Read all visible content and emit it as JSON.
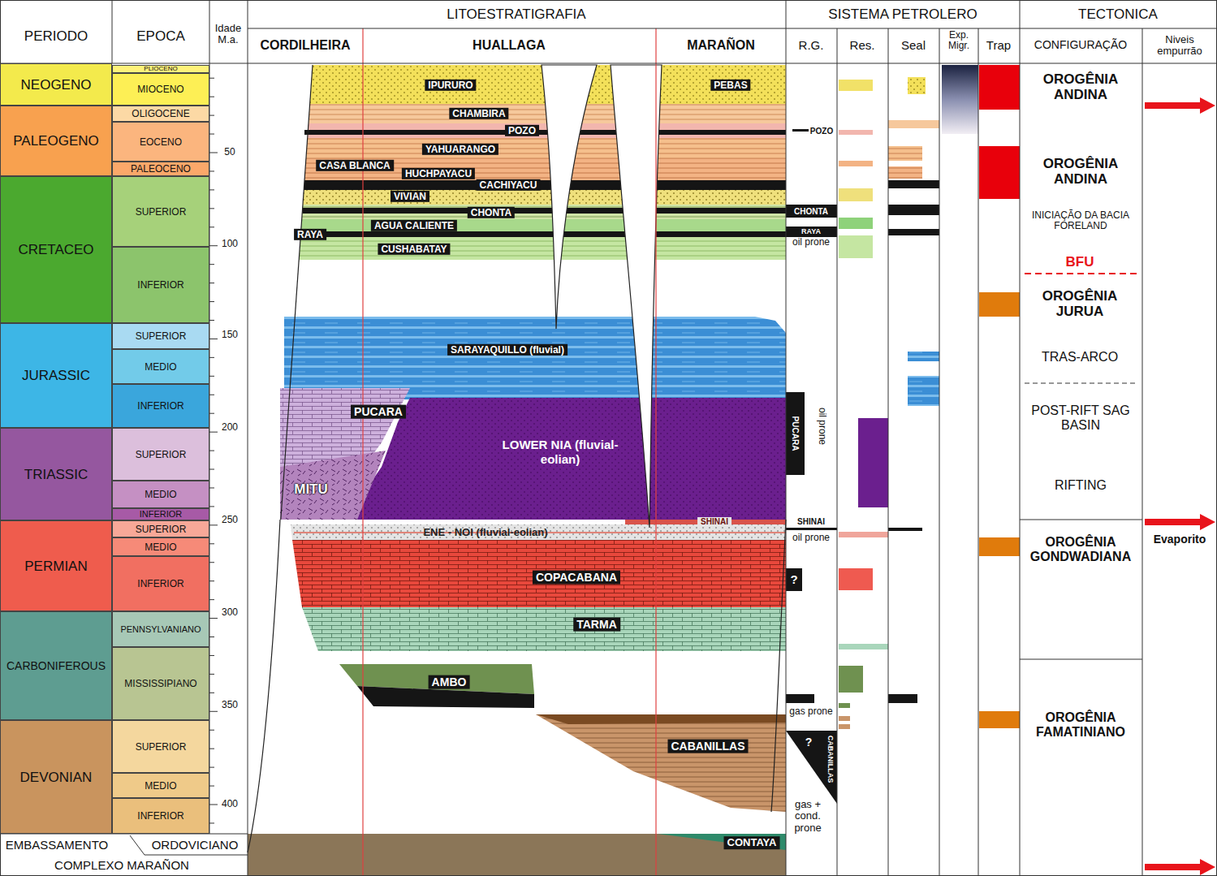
{
  "diagram": {
    "nodes": [
      {
        "text": [
          "NEOGENO"
        ]
      },
      {
        "text": [
          "PALEOGENO"
        ]
      },
      {
        "text": [
          "CRETACEO"
        ]
      },
      {
        "text": [
          "JURASSIC"
        ]
      },
      {
        "text": [
          "TRIASSIC"
        ]
      },
      {
        "text": [
          "PERMIAN"
        ]
      },
      {
        "text": [
          "CARBONIFEROUS"
        ]
      },
      {
        "text": [
          "DEVONIAN"
        ]
      },
      {
        "text": [
          "PLIOCENO"
        ]
      },
      {
        "text": [
          "MIOCENO"
        ]
      },
      {
        "text": [
          "OLIGOCENE"
        ]
      },
      {
        "text": [
          "EOCENO"
        ]
      },
      {
        "text": [
          "PALEOCENO"
        ]
      },
      {
        "text": [
          "SUPERIOR"
        ]
      },
      {
        "text": [
          "INFERIOR"
        ]
      },
      {
        "text": [
          "SUPERIOR"
        ]
      },
      {
        "text": [
          "MEDIO"
        ]
      },
      {
        "text": [
          "INFERIOR"
        ]
      },
      {
        "text": [
          "SUPERIOR"
        ]
      },
      {
        "text": [
          "MEDIO"
        ]
      },
      {
        "text": [
          "INFERIOR"
        ]
      },
      {
        "text": [
          "SUPERIOR"
        ]
      },
      {
        "text": [
          "MEDIO"
        ]
      },
      {
        "text": [
          "INFERIOR"
        ]
      },
      {
        "text": [
          "PENNSYLVANIANO"
        ]
      },
      {
        "text": [
          "MISSISSIPIANO"
        ]
      },
      {
        "text": [
          "SUPERIOR"
        ]
      },
      {
        "text": [
          "MEDIO"
        ]
      },
      {
        "text": [
          "INFERIOR"
        ]
      },
      {
        "text": [
          "IPURURO"
        ]
      },
      {
        "text": [
          "PEBAS"
        ]
      },
      {
        "text": [
          "CHAMBIRA"
        ]
      },
      {
        "text": [
          "POZO"
        ]
      },
      {
        "text": [
          "YAHUARANGO"
        ]
      },
      {
        "text": [
          "CASA BLANCA"
        ]
      },
      {
        "text": [
          "HUCHPAYACU"
        ]
      },
      {
        "text": [
          "CACHIYACU"
        ]
      },
      {
        "text": [
          "VIVIAN"
        ]
      },
      {
        "text": [
          "CHONTA"
        ]
      },
      {
        "text": [
          "AGUA CALIENTE"
        ]
      },
      {
        "text": [
          "RAYA"
        ]
      },
      {
        "text": [
          "CUSHABATAY"
        ]
      },
      {
        "text": [
          "SARAYAQUILLO (fluvial)"
        ]
      },
      {
        "text": [
          "PUCARA"
        ]
      },
      {
        "text": [
          "LOWER NIA (fluvial-eolian)"
        ]
      },
      {
        "text": [
          "MITU"
        ]
      },
      {
        "text": [
          "SHINAI"
        ]
      },
      {
        "text": [
          "ENE - NOI (fluvial-eolian)"
        ]
      },
      {
        "text": [
          "COPACABANA"
        ]
      },
      {
        "text": [
          "TARMA"
        ]
      },
      {
        "text": [
          "AMBO"
        ]
      },
      {
        "text": [
          "CABANILLAS"
        ]
      },
      {
        "text": [
          "CONTAYA"
        ]
      }
    ],
    "labels": [
      "PERIODO",
      "EPOCA",
      "Idade M.a.",
      "LITOESTRATIGRAFIA",
      "CORDILHEIRA",
      "HUALLAGA",
      "MARAÑON",
      "SISTEMA PETROLERO",
      "R.G.",
      "Res.",
      "Seal",
      "Exp. Migr.",
      "Trap",
      "TECTONICA",
      "CONFIGURAÇÃO",
      "Niveis empurrão",
      "50",
      "100",
      "150",
      "200",
      "250",
      "300",
      "350",
      "400",
      "EMBASSAMENTO",
      "ORDOVICIANO",
      "COMPLEXO MARAÑON",
      "POZO",
      "CHONTA",
      "RAYA",
      "oil prone",
      "PUCARA",
      "oil prone",
      "SHINAI",
      "oil prone",
      "?",
      "gas prone",
      "?",
      "CABANILLAS",
      "gas + cond. prone",
      "OROGÊNIA ANDINA",
      "OROGÊNIA ANDINA",
      "INICIAÇÃO DA BACIA FORELAND",
      "BFU",
      "OROGÊNIA JURUA",
      "TRAS-ARCO",
      "POST-RIFT SAG BASIN",
      "RIFTING",
      "OROGÊNIA GONDWADIANA",
      "Evaporito",
      "OROGÊNIA FAMATINIANO"
    ]
  }
}
